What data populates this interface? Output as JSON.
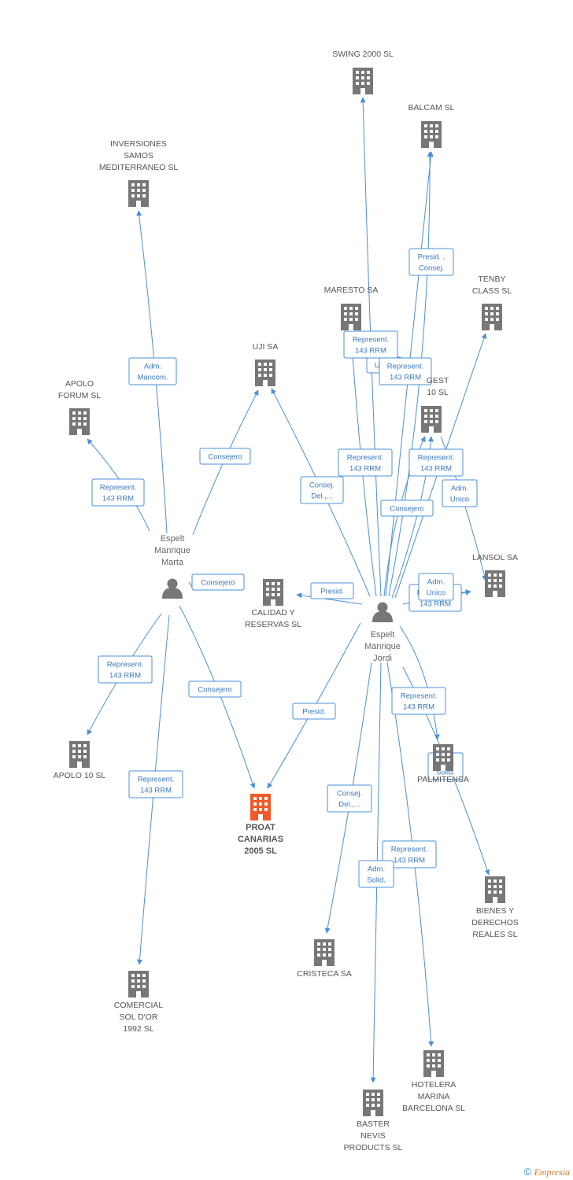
{
  "colors": {
    "edge": "#4a90d9",
    "building": "#777777",
    "main_building": "#f05a28",
    "person": "#777777"
  },
  "persons": [
    {
      "id": "marta",
      "lines": [
        "Espelt",
        "Manrique",
        "Marta"
      ],
      "icon": "person-icon"
    },
    {
      "id": "jordi",
      "lines": [
        "Espelt",
        "Manrique",
        "Jordi"
      ],
      "icon": "person-icon"
    }
  ],
  "companies": [
    {
      "id": "swing",
      "lines": [
        "SWING 2000 SL"
      ]
    },
    {
      "id": "balcam",
      "lines": [
        "BALCAM SL"
      ]
    },
    {
      "id": "inversiones",
      "lines": [
        "INVERSIONES",
        "SAMOS",
        "MEDITERRANEO SL"
      ]
    },
    {
      "id": "tenby",
      "lines": [
        "TENBY",
        "CLASS SL"
      ]
    },
    {
      "id": "maresto",
      "lines": [
        "MARESTO SA"
      ]
    },
    {
      "id": "uji",
      "lines": [
        "UJI SA"
      ]
    },
    {
      "id": "apoloforum",
      "lines": [
        "APOLO",
        "FORUM SL"
      ]
    },
    {
      "id": "gest10",
      "lines": [
        "GEST",
        "10 SL"
      ]
    },
    {
      "id": "lansol",
      "lines": [
        "LANSOL SA"
      ]
    },
    {
      "id": "calidad",
      "lines": [
        "CALIDAD Y",
        "RESERVAS SL"
      ]
    },
    {
      "id": "apolo10",
      "lines": [
        "APOLO 10 SL"
      ]
    },
    {
      "id": "proat",
      "lines": [
        "PROAT",
        "CANARIAS",
        "2005 SL"
      ],
      "main": true
    },
    {
      "id": "palmitensa",
      "lines": [
        "PALMITENSA"
      ]
    },
    {
      "id": "bienes",
      "lines": [
        "BIENES Y",
        "DERECHOS",
        "REALES SL"
      ]
    },
    {
      "id": "cristeca",
      "lines": [
        "CRISTECA SA"
      ]
    },
    {
      "id": "comercial",
      "lines": [
        "COMERCIAL",
        "SOL D'OR",
        "1992 SL"
      ]
    },
    {
      "id": "hotelera",
      "lines": [
        "HOTELERA",
        "MARINA",
        "BARCELONA SL"
      ]
    },
    {
      "id": "baster",
      "lines": [
        "BASTER",
        "NEVIS",
        "PRODUCTS SL"
      ]
    }
  ],
  "edges": [
    {
      "from": "marta",
      "to": "inversiones",
      "label": [
        "Adm.",
        "Mancom."
      ]
    },
    {
      "from": "marta",
      "to": "apoloforum",
      "label": [
        "Represent.",
        "143 RRM"
      ]
    },
    {
      "from": "marta",
      "to": "uji",
      "label": [
        "Consejero"
      ]
    },
    {
      "from": "marta",
      "to": "calidad",
      "label": [
        "Consejero"
      ]
    },
    {
      "from": "marta",
      "to": "apolo10",
      "label": [
        "Represent.",
        "143 RRM"
      ]
    },
    {
      "from": "marta",
      "to": "proat",
      "label": [
        "Consejero"
      ]
    },
    {
      "from": "marta",
      "to": "comercial",
      "label": [
        "Represent.",
        "143 RRM"
      ]
    },
    {
      "from": "jordi",
      "to": "swing",
      "label": [
        "Unico"
      ]
    },
    {
      "from": "jordi",
      "to": "balcam",
      "label": [
        "Presid. ,",
        "Consej."
      ]
    },
    {
      "from": "jordi",
      "to": "balcam",
      "label": [
        "Represent.",
        "143 RRM"
      ]
    },
    {
      "from": "jordi",
      "to": "maresto",
      "label": [
        "Represent.",
        "143 RRM"
      ]
    },
    {
      "from": "jordi",
      "to": "tenby",
      "label": [
        "Consejero"
      ]
    },
    {
      "from": "jordi",
      "to": "uji",
      "label": [
        "Consej.",
        "Del.,..."
      ]
    },
    {
      "from": "jordi",
      "to": "gest10",
      "label": [
        "Represent.",
        "143 RRM"
      ]
    },
    {
      "from": "jordi",
      "to": "gest10",
      "label": [
        "Represent.",
        "143 RRM"
      ]
    },
    {
      "from": "jordi",
      "to": "lansol",
      "label": [
        "Adm.",
        "Unico"
      ]
    },
    {
      "from": "jordi",
      "to": "lansol",
      "label": [
        "Represent.",
        "143 RRM"
      ]
    },
    {
      "from": "jordi",
      "to": "lansol",
      "label": [
        "Adm.",
        "Unico"
      ]
    },
    {
      "from": "jordi",
      "to": "calidad",
      "label": [
        "Presid."
      ]
    },
    {
      "from": "jordi",
      "to": "proat",
      "label": [
        "Presid."
      ]
    },
    {
      "from": "jordi",
      "to": "palmitensa",
      "label": [
        "Represent.",
        "143 RRM"
      ]
    },
    {
      "from": "jordi",
      "to": "bienes",
      "label": [
        "Adm.",
        "Solid."
      ]
    },
    {
      "from": "jordi",
      "to": "cristeca",
      "label": [
        "Consej.",
        "Del.,..."
      ]
    },
    {
      "from": "jordi",
      "to": "hotelera",
      "label": [
        "Represent.",
        "143 RRM"
      ]
    },
    {
      "from": "jordi",
      "to": "baster",
      "label": [
        "Adm.",
        "Solid."
      ]
    }
  ],
  "footer": {
    "copyright": "©",
    "brand": "Empresia"
  }
}
